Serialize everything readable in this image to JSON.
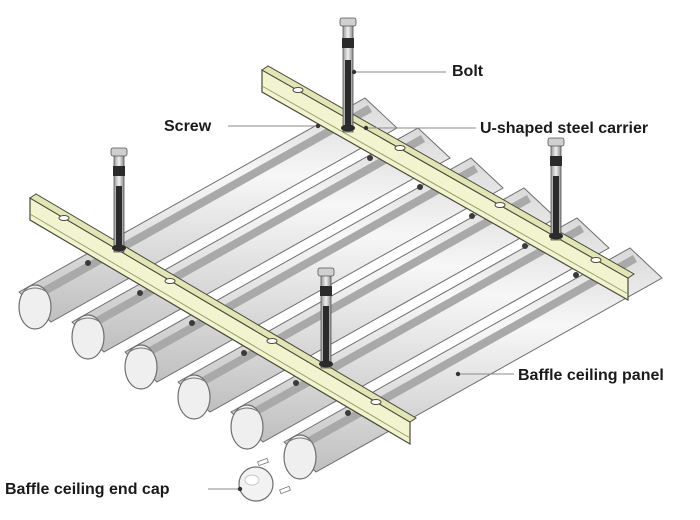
{
  "labels": {
    "bolt": "Bolt",
    "screw": "Screw",
    "carrier": "U-shaped steel carrier",
    "panel": "Baffle ceiling panel",
    "end_cap": "Baffle ceiling end cap"
  },
  "colors": {
    "panel_fill": "#ececec",
    "panel_stroke": "#6e6e6e",
    "carrier_fill": "#f1f4cf",
    "carrier_stroke": "#4a4a3a",
    "hardware": "#2b2b2b",
    "leader": "#8a8a8a"
  }
}
